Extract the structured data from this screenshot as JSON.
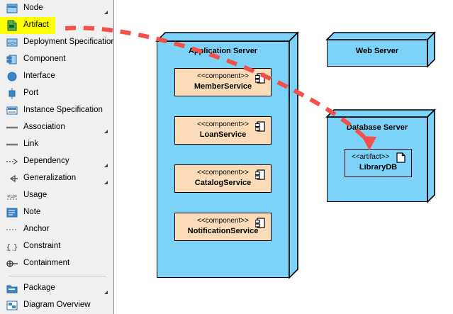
{
  "palette": {
    "items": [
      {
        "label": "Node",
        "icon": "node-icon",
        "expandable": true,
        "selected": false
      },
      {
        "label": "Artifact",
        "icon": "artifact-icon",
        "expandable": false,
        "selected": true
      },
      {
        "label": "Deployment Specification",
        "icon": "deployment-specification-icon",
        "expandable": false,
        "selected": false
      },
      {
        "label": "Component",
        "icon": "component-icon",
        "expandable": false,
        "selected": false
      },
      {
        "label": "Interface",
        "icon": "interface-icon",
        "expandable": false,
        "selected": false
      },
      {
        "label": "Port",
        "icon": "port-icon",
        "expandable": false,
        "selected": false
      },
      {
        "label": "Instance Specification",
        "icon": "instance-specification-icon",
        "expandable": false,
        "selected": false
      },
      {
        "label": "Association",
        "icon": "association-line-icon",
        "expandable": true,
        "selected": false
      },
      {
        "label": "Link",
        "icon": "link-line-icon",
        "expandable": false,
        "selected": false
      },
      {
        "label": "Dependency",
        "icon": "dependency-arrow-icon",
        "expandable": true,
        "selected": false
      },
      {
        "label": "Generalization",
        "icon": "generalization-arrow-icon",
        "expandable": true,
        "selected": false
      },
      {
        "label": "Usage",
        "icon": "usage-icon",
        "expandable": false,
        "selected": false
      },
      {
        "label": "Note",
        "icon": "note-icon",
        "expandable": false,
        "selected": false
      },
      {
        "label": "Anchor",
        "icon": "anchor-dotted-icon",
        "expandable": false,
        "selected": false
      },
      {
        "label": "Constraint",
        "icon": "constraint-icon",
        "expandable": false,
        "selected": false
      },
      {
        "label": "Containment",
        "icon": "containment-icon",
        "expandable": false,
        "selected": false
      }
    ],
    "footer_items": [
      {
        "label": "Package",
        "icon": "package-icon",
        "expandable": true,
        "selected": false
      },
      {
        "label": "Diagram Overview",
        "icon": "diagram-overview-icon",
        "expandable": false,
        "selected": false
      }
    ]
  },
  "diagram": {
    "nodes": [
      {
        "id": "application-server",
        "title": "Application Server"
      },
      {
        "id": "web-server",
        "title": "Web Server"
      },
      {
        "id": "database-server",
        "title": "Database Server"
      }
    ],
    "components": [
      {
        "stereotype": "<<component>>",
        "name": "MemberService"
      },
      {
        "stereotype": "<<component>>",
        "name": "LoanService"
      },
      {
        "stereotype": "<<component>>",
        "name": "CatalogService"
      },
      {
        "stereotype": "<<component>>",
        "name": "NotificationService"
      }
    ],
    "artifact": {
      "stereotype": "<<artifact>>",
      "name": "LibraryDB"
    },
    "annotation_arrow": {
      "name": "drag-hint-arrow",
      "color": "#f4504a",
      "style": "dashed",
      "from": "Artifact palette item",
      "to": "LibraryDB artifact in Database Server"
    }
  },
  "colors": {
    "node_fill": "#7dd3f7",
    "component_fill": "#fcdcb8",
    "selection_highlight": "#ffff00",
    "arrow_red": "#f4504a",
    "palette_bg": "#f0f0f0"
  }
}
